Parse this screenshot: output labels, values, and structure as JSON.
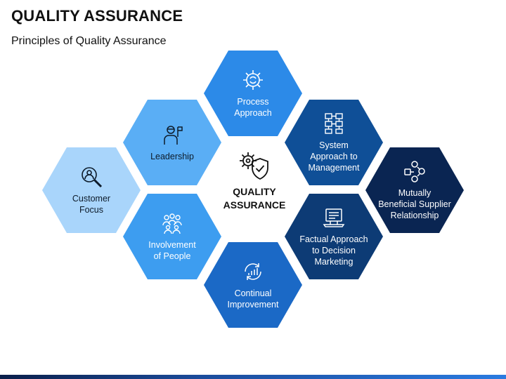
{
  "header": {
    "title": "QUALITY ASSURANCE",
    "subtitle": "Principles of Quality Assurance"
  },
  "center": {
    "line1": "QUALITY",
    "line2": "ASSURANCE",
    "icon": "gear-shield-icon"
  },
  "principles": {
    "process": {
      "line1": "Process",
      "line2": "Approach",
      "icon": "gear-cycle-icon",
      "color": "#2c8ae8"
    },
    "leadership": {
      "line1": "Leadership",
      "icon": "leader-icon",
      "color": "#5aaef5"
    },
    "customer": {
      "line1": "Customer",
      "line2": "Focus",
      "icon": "search-person-icon",
      "color": "#a9d5fb"
    },
    "involvement": {
      "line1": "Involvement",
      "line2": "of People",
      "icon": "people-icon",
      "color": "#3d9df0"
    },
    "continual": {
      "line1": "Continual",
      "line2": "Improvement",
      "icon": "improvement-icon",
      "color": "#1b69c6"
    },
    "system": {
      "line1": "System",
      "line2": "Approach to",
      "line3": "Management",
      "icon": "flowchart-icon",
      "color": "#0f4f97"
    },
    "factual": {
      "line1": "Factual Approach",
      "line2": "to Decision",
      "line3": "Marketing",
      "icon": "laptop-icon",
      "color": "#0d3b75"
    },
    "mutual": {
      "line1": "Mutually",
      "line2": "Beneficial Supplier",
      "line3": "Relationship",
      "icon": "handshake-icon",
      "color": "#0a2552"
    }
  }
}
